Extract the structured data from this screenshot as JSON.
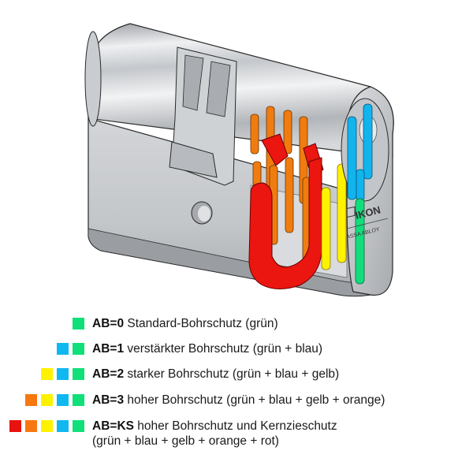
{
  "diagram": {
    "subject": "Profilzylinder mit Bohrschutz-Stiften",
    "brand": {
      "logo_text": "IKON",
      "sub_text": "ASSA ABLOY"
    },
    "colors": {
      "green": "#0fe07a",
      "blue": "#10b8f0",
      "yellow": "#fff200",
      "orange": "#f7780f",
      "red": "#e8120e",
      "metal_light": "#e4e6e8",
      "metal_mid": "#b9bcc0",
      "metal_dark": "#8e9196",
      "outline": "#2a2a2a"
    }
  },
  "legend": {
    "items": [
      {
        "code": "AB=0",
        "description": "Standard-Bohrschutz (grün)",
        "description_line2": "",
        "swatches": [
          "green"
        ]
      },
      {
        "code": "AB=1",
        "description": "verstärkter Bohrschutz (grün + blau)",
        "description_line2": "",
        "swatches": [
          "blue",
          "green"
        ]
      },
      {
        "code": "AB=2",
        "description": "starker Bohrschutz (grün + blau + gelb)",
        "description_line2": "",
        "swatches": [
          "yellow",
          "blue",
          "green"
        ]
      },
      {
        "code": "AB=3",
        "description": "hoher Bohrschutz (grün + blau + gelb + orange)",
        "description_line2": "",
        "swatches": [
          "orange",
          "yellow",
          "blue",
          "green"
        ]
      },
      {
        "code": "AB=KS",
        "description": "hoher Bohrschutz und Kernzieschutz",
        "description_line2": "(grün + blau + gelb + orange + rot)",
        "swatches": [
          "red",
          "orange",
          "yellow",
          "blue",
          "green"
        ]
      }
    ]
  }
}
